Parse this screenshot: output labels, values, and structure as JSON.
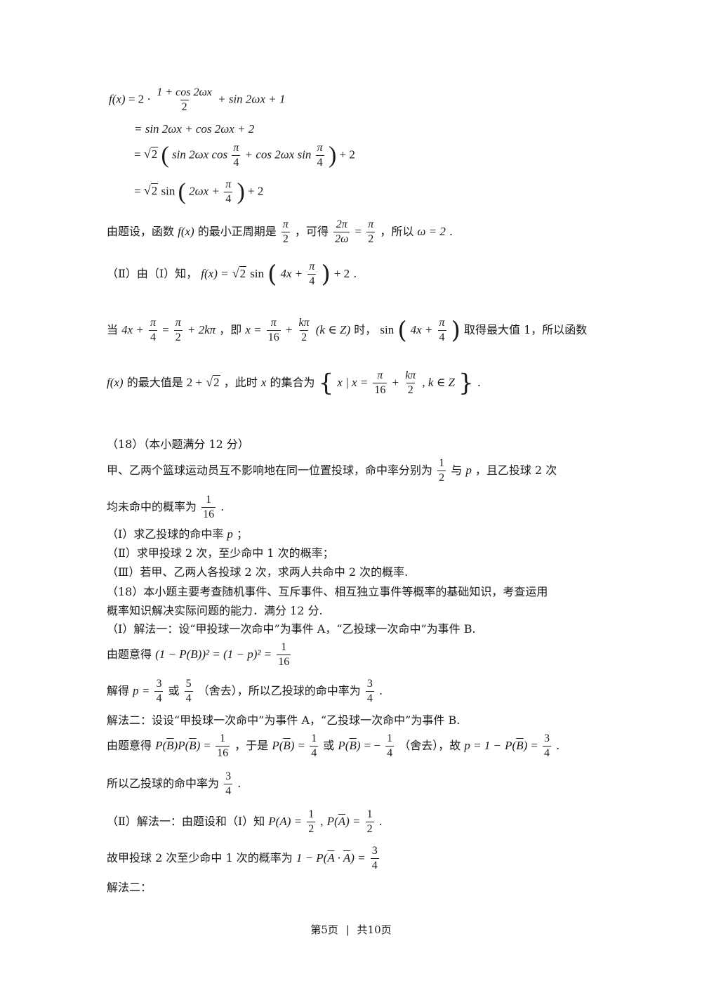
{
  "eq1": {
    "lhs": "f(x)",
    "eq": "= 2 ·",
    "num": "1 + cos 2ωx",
    "den": "2",
    "rest": "+ sin 2ωx + 1"
  },
  "eq2": {
    "text": "= sin 2ωx + cos 2ωx + 2"
  },
  "eq3": {
    "eq": "=",
    "rad": "2",
    "t1": "sin 2ωx cos",
    "pi": "π",
    "four": "4",
    "t2": "+ cos 2ωx sin",
    "tail": "+ 2"
  },
  "eq4": {
    "eq": "=",
    "rad": "2",
    "t1": "sin",
    "arg": "2ωx +",
    "pi": "π",
    "four": "4",
    "tail": "+ 2"
  },
  "p1": {
    "a": "由题设，函数",
    "fx": "f(x)",
    "b": "的最小正周期是",
    "pi": "π",
    "two": "2",
    "c": "，可得",
    "n2": "2π",
    "d2": "2ω",
    "eqsign": "=",
    "pi2": "π",
    "two2": "2",
    "d": "，所以",
    "omega": "ω = 2",
    "e": "."
  },
  "p2": {
    "a": "（Ⅱ）由（Ⅰ）知，",
    "fx": "f(x) =",
    "rad": "2",
    "sin": "sin",
    "arg": "4x +",
    "pi": "π",
    "four": "4",
    "tail": "+ 2",
    "end": "."
  },
  "p3": {
    "a": "当",
    "expr1": "4x +",
    "pi": "π",
    "four": "4",
    "eqsign": "=",
    "pi2": "π",
    "two": "2",
    "plus": "+ 2kπ",
    "b": "，即",
    "xeq": "x =",
    "pi3": "π",
    "sixteen": "16",
    "plus2": "+",
    "kpi": "kπ",
    "two2": "2",
    "kz": "(k ∈ Z)",
    "c": "时，",
    "sin": "sin",
    "arg": "4x +",
    "pi4": "π",
    "four2": "4",
    "d": "取得最大值 1，所以函数"
  },
  "p4": {
    "fx": "f(x)",
    "a": "的最大值是",
    "maxv": "2 +",
    "rad": "2",
    "b": "，此时",
    "x": "x",
    "c": "的集合为",
    "set1": "x | x =",
    "pi": "π",
    "sixteen": "16",
    "plus": "+",
    "kpi": "kπ",
    "two": "2",
    "set2": ", k ∈ Z",
    "end": "."
  },
  "q18": {
    "title": "（18）（本小题满分 12 分）",
    "line1a": "甲、乙两个篮球运动员互不影响地在同一位置投球，命中率分别为",
    "one": "1",
    "two": "2",
    "line1b": "与",
    "p": "p",
    "line1c": "，且乙投球 2 次",
    "line2a": "均未命中的概率为",
    "one2": "1",
    "sixteen": "16",
    "line2b": ".",
    "q1a": "（Ⅰ）求乙投球的命中率",
    "q1p": "p",
    "q1b": "；",
    "q2": "（Ⅱ）求甲投球 2 次，至少命中 1 次的概率；",
    "q3": "（Ⅲ）若甲、乙两人各投球 2 次，求两人共命中 2 次的概率."
  },
  "sol": {
    "intro1": "（18）本小题主要考查随机事件、互斥事件、相互独立事件等概率的基础知识，考查运用",
    "intro2": "概率知识解决实际问题的能力．满分 12 分.",
    "m1": "（Ⅰ）解法一：设“甲投球一次命中”为事件 A，“乙投球一次命中”为事件 B.",
    "e1a": "由题意得",
    "e1expr": "(1 − P(B))² = (1 − p)² =",
    "e1n": "1",
    "e1d": "16",
    "e2a": "解得",
    "e2p": "p =",
    "e2n1": "3",
    "e2d1": "4",
    "e2or": "或",
    "e2n2": "5",
    "e2d2": "4",
    "e2b": "（舍去），所以乙投球的命中率为",
    "e2n3": "3",
    "e2d3": "4",
    "e2c": ".",
    "m2": "解法二：设设“甲投球一次命中”为事件 A，“乙投球一次命中”为事件 B.",
    "e3a": "由题意得",
    "e3PB": "P(",
    "e3B": "B",
    "e3close": ")",
    "e3eq": "=",
    "e3n": "1",
    "e3d": "16",
    "e3b": "，于是",
    "e3eq2": "=",
    "e3n2": "1",
    "e3d2": "4",
    "e3or": "或",
    "e3eq3": "= −",
    "e3n3": "1",
    "e3d3": "4",
    "e3c": "（舍去），故",
    "e3p": "p = 1 −",
    "e3eq4": "=",
    "e3n4": "3",
    "e3d4": "4",
    "e3end": ".",
    "e4a": "所以乙投球的命中率为",
    "e4n": "3",
    "e4d": "4",
    "e4b": ".",
    "e5a": "（Ⅱ）解法一：由题设和（Ⅰ）知",
    "e5PA": "P(A) =",
    "e5n": "1",
    "e5d": "2",
    "e5comma": ",",
    "e5PAbar": "P(",
    "e5A": "A",
    "e5close": ") =",
    "e5n2": "1",
    "e5d2": "2",
    "e5end": ".",
    "e6a": "故甲投球 2 次至少命中 1 次的概率为",
    "e6expr1": "1 − P(",
    "e6A1": "A",
    "e6dot": "·",
    "e6A2": "A",
    "e6expr2": ") =",
    "e6n": "3",
    "e6d": "4",
    "e7": "解法二："
  },
  "footer": {
    "page": "第5页",
    "sep": "|",
    "total": "共10页"
  }
}
